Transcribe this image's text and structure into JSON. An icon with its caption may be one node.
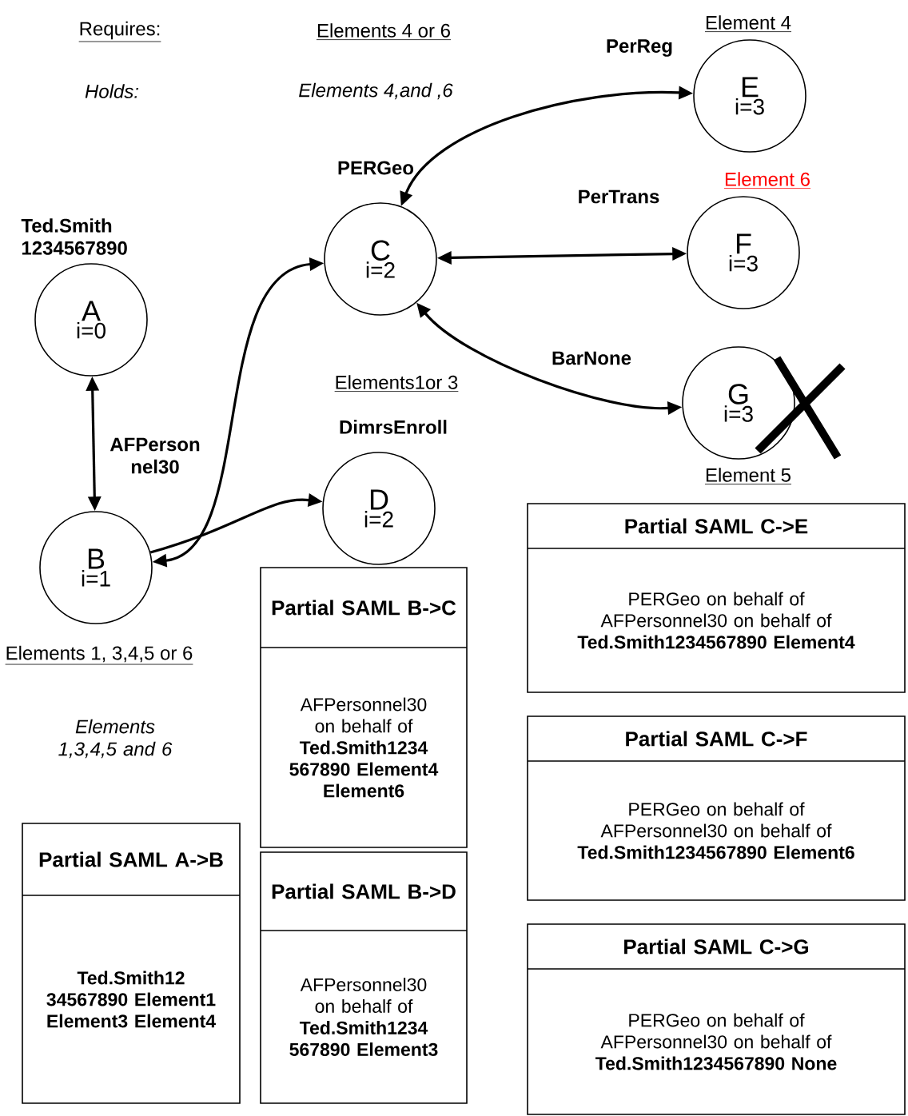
{
  "diagram": {
    "nodes": [
      {
        "text": [
          "A",
          "i=0"
        ],
        "beside": [
          "Ted.Smith 1234567890"
        ]
      },
      {
        "text": [
          "B",
          "i=1"
        ],
        "beside": [
          "AFPerson nel30",
          "Elements 1, 3,4,5 or 6",
          "Elements 1,3,4,5 and 6"
        ]
      },
      {
        "text": [
          "C",
          "i=2"
        ],
        "beside": [
          "PERGeo",
          "Elements 4 or 6",
          "Elements 4,and ,6"
        ]
      },
      {
        "text": [
          "D",
          "i=2"
        ],
        "beside": [
          "DimrsEnroll",
          "Elements1or 3"
        ]
      },
      {
        "text": [
          "E",
          "i=3"
        ],
        "beside": [
          "PerReg",
          "Element 4"
        ]
      },
      {
        "text": [
          "F",
          "i=3"
        ],
        "beside": [
          "PerTrans",
          "Element 6"
        ]
      },
      {
        "text": [
          "G",
          "i=3"
        ],
        "beside": [
          "BarNone",
          "Element 5"
        ]
      },
      {
        "text": [
          "Partial SAML A->B",
          "Ted.Smith12 34567890 Element1 Element3 Element4"
        ]
      },
      {
        "text": [
          "Partial SAML B->C",
          "AFPersonnel30 on behalf of **Ted.Smith1234 567890 Element4 Element6**"
        ]
      },
      {
        "text": [
          "Partial SAML B->D",
          "AFPersonnel30 on behalf of **Ted.Smith1234 567890 Element3**"
        ]
      },
      {
        "text": [
          "Partial SAML C->E",
          "PERGeo on behalf of AFPersonnel30 on behalf of **Ted.Smith1234567890 Element4**"
        ]
      },
      {
        "text": [
          "Partial SAML C->F",
          "PERGeo on behalf of AFPersonnel30 on behalf of **Ted.Smith1234567890 Element6**"
        ]
      },
      {
        "text": [
          "Partial SAML C->G",
          "PERGeo on behalf of AFPersonnel30 on behalf of **Ted.Smith1234567890 None**"
        ]
      }
    ],
    "edges": [
      {
        "from": 0,
        "to": 1,
        "arrow": "both"
      },
      {
        "from": 1,
        "to": 2,
        "arrow": "both"
      },
      {
        "from": 1,
        "to": 3,
        "arrow": "to"
      },
      {
        "from": 2,
        "to": 4,
        "arrow": "both"
      },
      {
        "from": 2,
        "to": 5,
        "arrow": "both"
      },
      {
        "from": 2,
        "to": 6,
        "arrow": "both"
      }
    ],
    "labels": [
      "Requires:",
      "Holds:"
    ]
  }
}
